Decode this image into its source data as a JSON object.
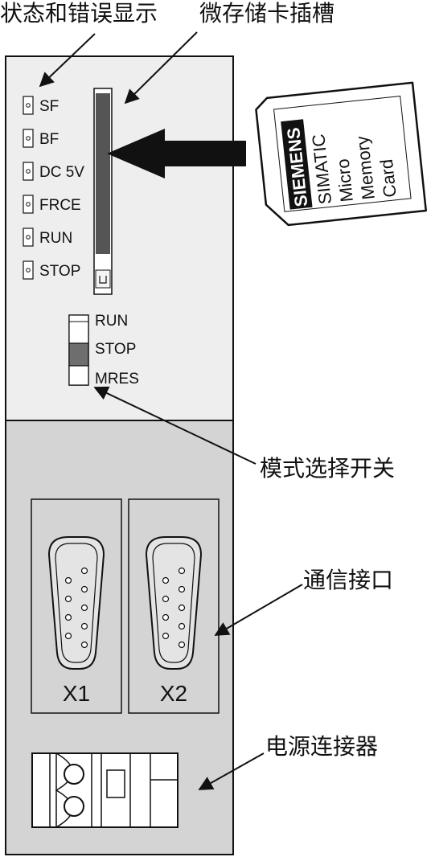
{
  "callouts": {
    "status_display": "状态和错误显示",
    "memory_card_slot": "微存储卡插槽",
    "mode_selector": "模式选择开关",
    "comm_interface": "通信接口",
    "power_connector": "电源连接器"
  },
  "leds": [
    "SF",
    "BF",
    "DC 5V",
    "FRCE",
    "RUN",
    "STOP"
  ],
  "mode_switch": {
    "positions": [
      "RUN",
      "STOP",
      "MRES"
    ],
    "selected": "STOP"
  },
  "memory_card": {
    "brand": "SIEMENS",
    "lines": [
      "SIMATIC",
      "Micro",
      "Memory",
      "Card"
    ]
  },
  "ports": [
    "X1",
    "X2"
  ],
  "colors": {
    "upper_panel": "#eeeeee",
    "lower_panel": "#d4d4d4",
    "outline": "#111111",
    "slot_fill": "#555555",
    "switch_selected": "#6e6e6e"
  }
}
